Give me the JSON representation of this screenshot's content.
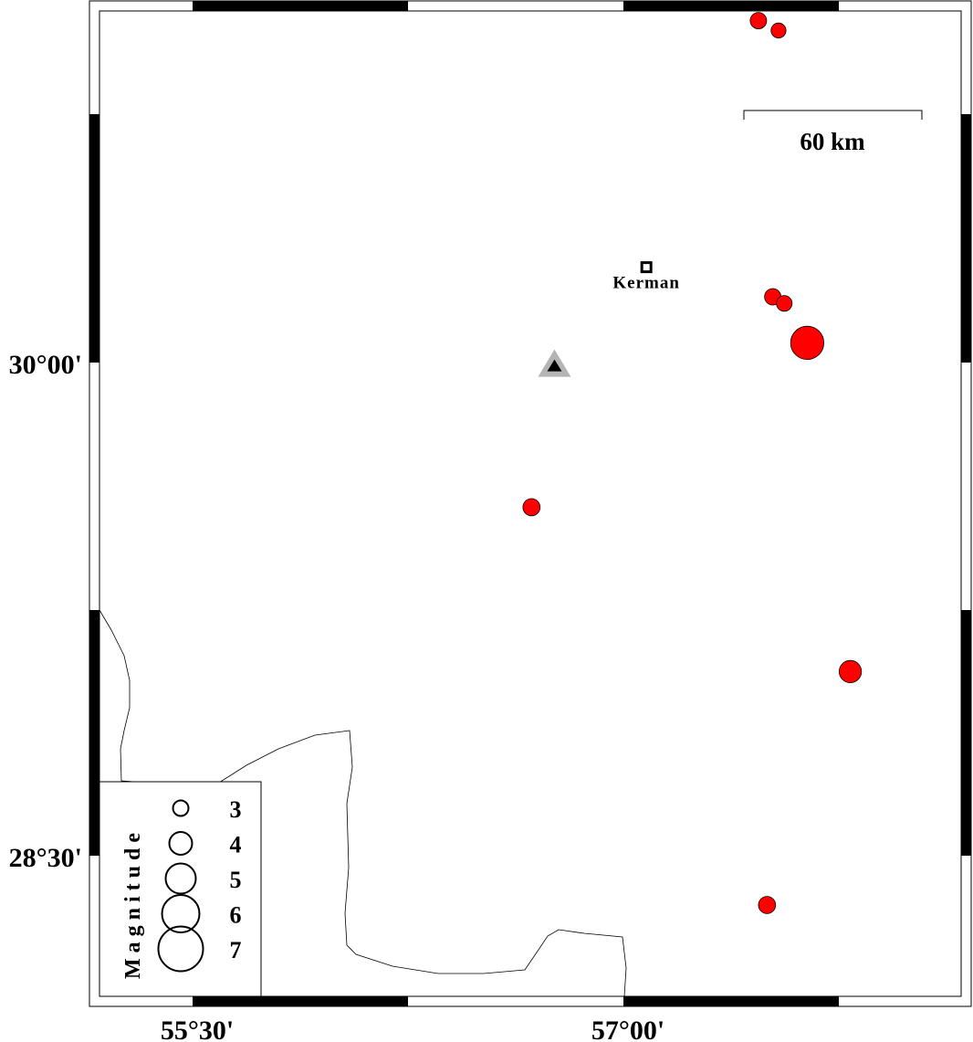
{
  "axes": {
    "lat_labels": [
      {
        "value": 30.0,
        "text": "30°00'"
      },
      {
        "value": 28.5,
        "text": "28°30'"
      }
    ],
    "lon_labels": [
      {
        "value": 55.5,
        "text": "55°30'"
      },
      {
        "value": 57.0,
        "text": "57°00'"
      }
    ]
  },
  "scale_bar": {
    "label": "60 km"
  },
  "city": {
    "name": "Kerman",
    "lon": 57.08,
    "lat": 30.29
  },
  "station": {
    "lon": 56.76,
    "lat": 29.99
  },
  "events": [
    {
      "lon": 57.47,
      "lat": 31.04,
      "mag": 3.0
    },
    {
      "lon": 57.54,
      "lat": 31.01,
      "mag": 2.8
    },
    {
      "lon": 57.52,
      "lat": 30.2,
      "mag": 3.0
    },
    {
      "lon": 57.56,
      "lat": 30.18,
      "mag": 2.9
    },
    {
      "lon": 57.64,
      "lat": 30.06,
      "mag": 5.3
    },
    {
      "lon": 56.68,
      "lat": 29.56,
      "mag": 3.1
    },
    {
      "lon": 57.79,
      "lat": 29.06,
      "mag": 3.8
    },
    {
      "lon": 57.5,
      "lat": 28.35,
      "mag": 3.1
    }
  ],
  "legend": {
    "title": "Magnitude",
    "items": [
      {
        "mag": 3,
        "label": "3"
      },
      {
        "mag": 4,
        "label": "4"
      },
      {
        "mag": 5,
        "label": "5"
      },
      {
        "mag": 6,
        "label": "6"
      },
      {
        "mag": 7,
        "label": "7"
      }
    ]
  },
  "colors": {
    "event_fill": "#ff0000",
    "station_outer": "#b4b4b4",
    "station_inner": "#000000"
  }
}
